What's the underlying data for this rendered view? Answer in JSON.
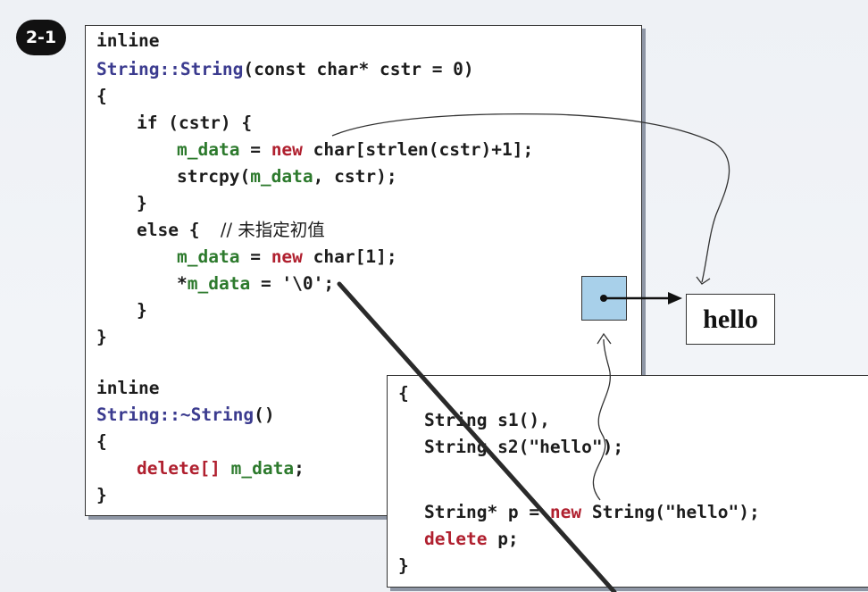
{
  "slide": {
    "badge": "2-1",
    "hello_box_text": "hello"
  },
  "main_code": {
    "ctor": {
      "l1": "inline",
      "l2_a": "String::String",
      "l2_b": "(const char* cstr = 0)",
      "l3": "{",
      "l4": "if (cstr) {",
      "l5_var": "m_data",
      "l5_eq": " = ",
      "l5_new": "new",
      "l5_rest": " char[strlen(cstr)+1];",
      "l6_a": "strcpy(",
      "l6_var": "m_data",
      "l6_b": ", cstr);",
      "l7": "}",
      "l8_a": "else {  ",
      "l8_comment": "// 未指定初值",
      "l9_var": "m_data",
      "l9_eq": " = ",
      "l9_new": "new",
      "l9_rest": " char[1];",
      "l10_a": "*",
      "l10_var": "m_data",
      "l10_b": " = '\\0';",
      "l11": "}",
      "l12": "}"
    },
    "dtor": {
      "l1": "inline",
      "l2_a": "String::~String",
      "l2_b": "()",
      "l3": "{",
      "l4_kw": "delete[]",
      "l4_var": " m_data",
      "l4_b": ";",
      "l5": "}"
    }
  },
  "user_code": {
    "l1": "{",
    "l2": "String s1(),",
    "l3": "String s2(\"hello\");",
    "l4_a": "String* p = ",
    "l4_new": "new",
    "l4_b": " String(\"hello\");",
    "l5_kw": "delete",
    "l5_b": " p;",
    "l6": "}"
  },
  "colors": {
    "keyword": "#3b3b8f",
    "member": "#2d7a2d",
    "new_delete": "#b0202f",
    "pointer_box": "#a8d0ea"
  }
}
